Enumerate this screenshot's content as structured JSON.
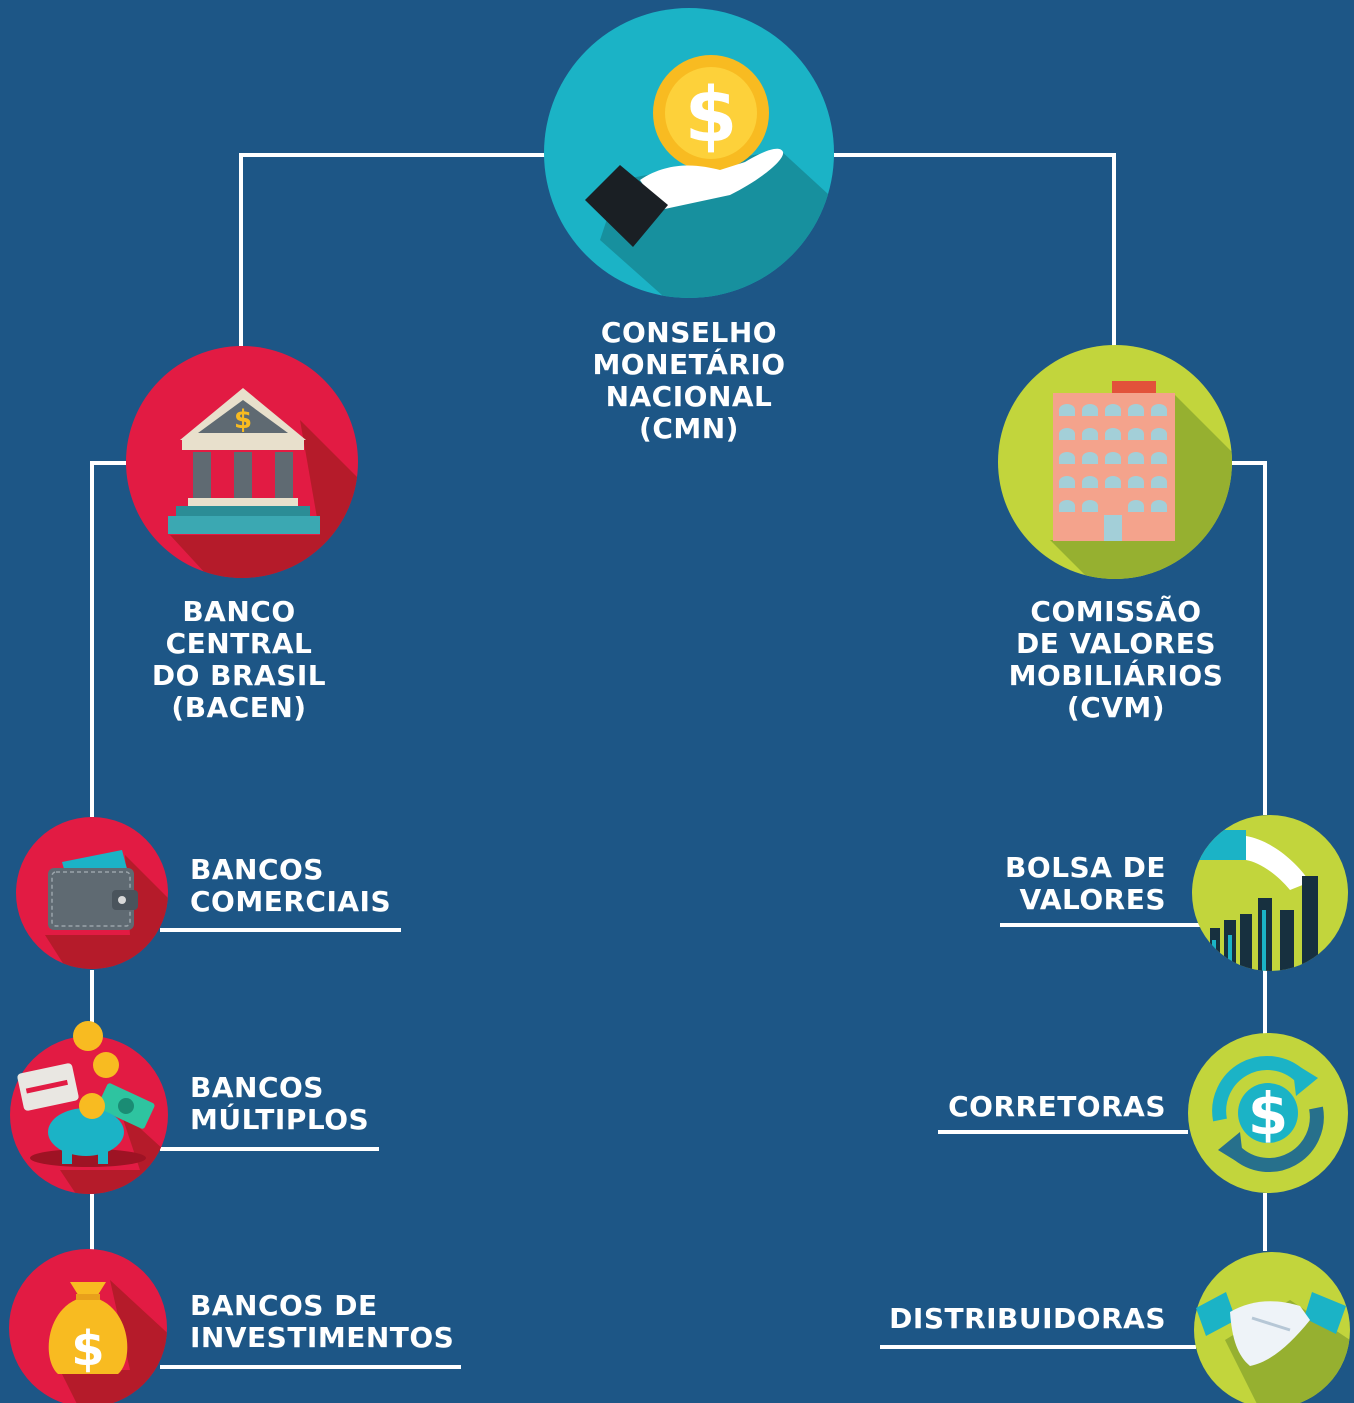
{
  "colors": {
    "background": "#1d5686",
    "connector": "#ffffff",
    "teal": "#1bb3c6",
    "red": "#e21b43",
    "green": "#c2d53c",
    "gold": "#f8bb21"
  },
  "nodes": {
    "cmn": {
      "label": [
        "CONSELHO",
        "MONETÁRIO",
        "NACIONAL",
        "(CMN)"
      ],
      "icon": "hand-holding-coin-icon"
    },
    "bacen": {
      "label": [
        "BANCO",
        "CENTRAL",
        "DO BRASIL",
        "(BACEN)"
      ],
      "icon": "bank-building-icon"
    },
    "cvm": {
      "label": [
        "COMISSÃO",
        "DE VALORES",
        "MOBILIÁRIOS",
        "(CVM)"
      ],
      "icon": "office-building-icon"
    },
    "comerciais": {
      "label": [
        "BANCOS",
        "COMERCIAIS"
      ],
      "icon": "wallet-icon"
    },
    "multiplos": {
      "label": [
        "BANCOS",
        "MÚLTIPLOS"
      ],
      "icon": "piggy-bank-icon"
    },
    "investimentos": {
      "label": [
        "BANCOS DE",
        "INVESTIMENTOS"
      ],
      "icon": "money-bag-icon"
    },
    "bolsa": {
      "label": [
        "BOLSA DE",
        "VALORES"
      ],
      "icon": "stock-chart-icon"
    },
    "corretoras": {
      "label": [
        "CORRETORAS"
      ],
      "icon": "dollar-exchange-icon"
    },
    "distribuidoras": {
      "label": [
        "DISTRIBUIDORAS"
      ],
      "icon": "handshake-icon"
    }
  }
}
